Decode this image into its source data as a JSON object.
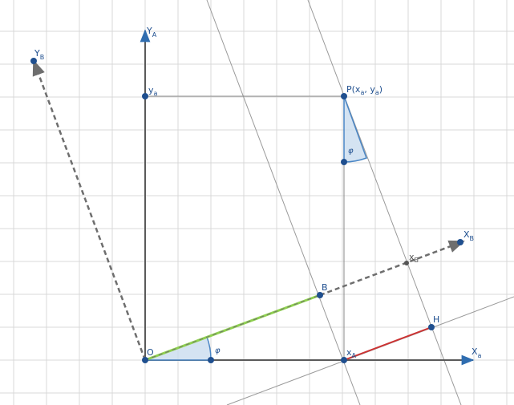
{
  "labels": {
    "axis_YA": "Y",
    "axis_YA_sub": "A",
    "axis_Xa": "X",
    "axis_Xa_sub": "a",
    "axis_YB": "Y",
    "axis_YB_sub": "B",
    "axis_XB": "X",
    "axis_XB_sub": "B",
    "origin": "O",
    "point_ya": "y",
    "point_ya_sub": "a",
    "point_P": "P(x",
    "point_P_sub1": "a",
    "point_P_mid": ", y",
    "point_P_sub2": "a",
    "point_P_end": ")",
    "point_B": "B",
    "point_H": "H",
    "point_xA": "x",
    "point_xA_sub": "A",
    "point_xB": "x",
    "point_xB_sub": "B",
    "angle_O": "φ",
    "angle_P": "φ"
  },
  "colors": {
    "grid": "#d9d9d9",
    "axis": "#5a5a5a",
    "axis_arrow": "#2f6db0",
    "point": "#1f4f8f",
    "dashed": "#6e6e6e",
    "green": "#8fd14f",
    "red": "#cc3333",
    "angle_fill": "#c9dcef",
    "angle_stroke": "#4a86c5",
    "thin_line": "#9a9a9a"
  }
}
